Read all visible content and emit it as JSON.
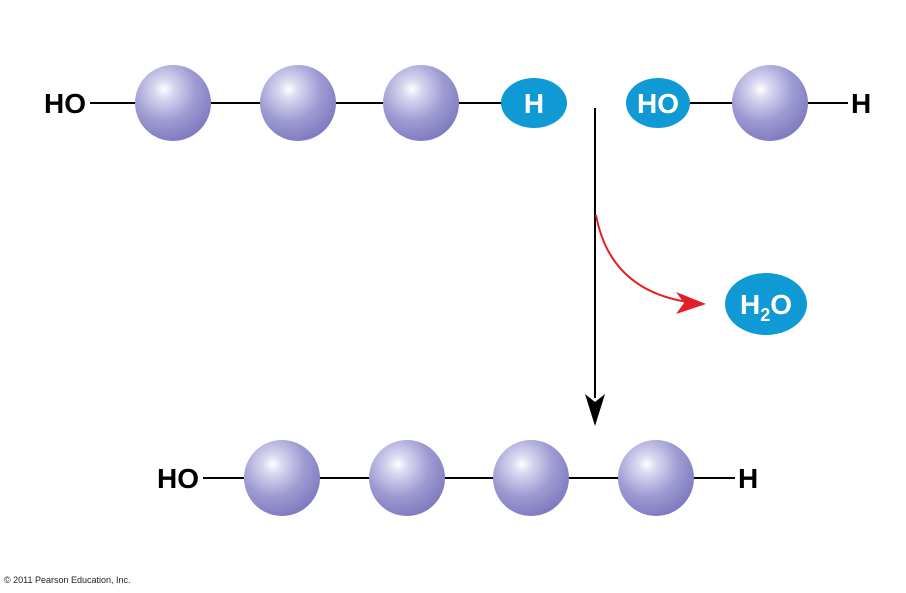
{
  "colors": {
    "monomer": "#9a97d0",
    "oval": "#0f9ad6",
    "bond": "#000000",
    "arrow": "#000000",
    "side_arrow": "#e41e26",
    "oval_text": "#ffffff"
  },
  "reactants": {
    "chain_left_label": "HO",
    "chain_right_label": "H",
    "chain_monomer_count": 3,
    "monomer_left_label": "HO",
    "monomer_right_label": "H",
    "monomer_count": 1
  },
  "byproduct": {
    "h": "H",
    "sub": "2",
    "o": "O"
  },
  "product": {
    "left_label": "HO",
    "right_label": "H",
    "monomer_count": 4
  },
  "copyright": "© 2011 Pearson Education, Inc."
}
